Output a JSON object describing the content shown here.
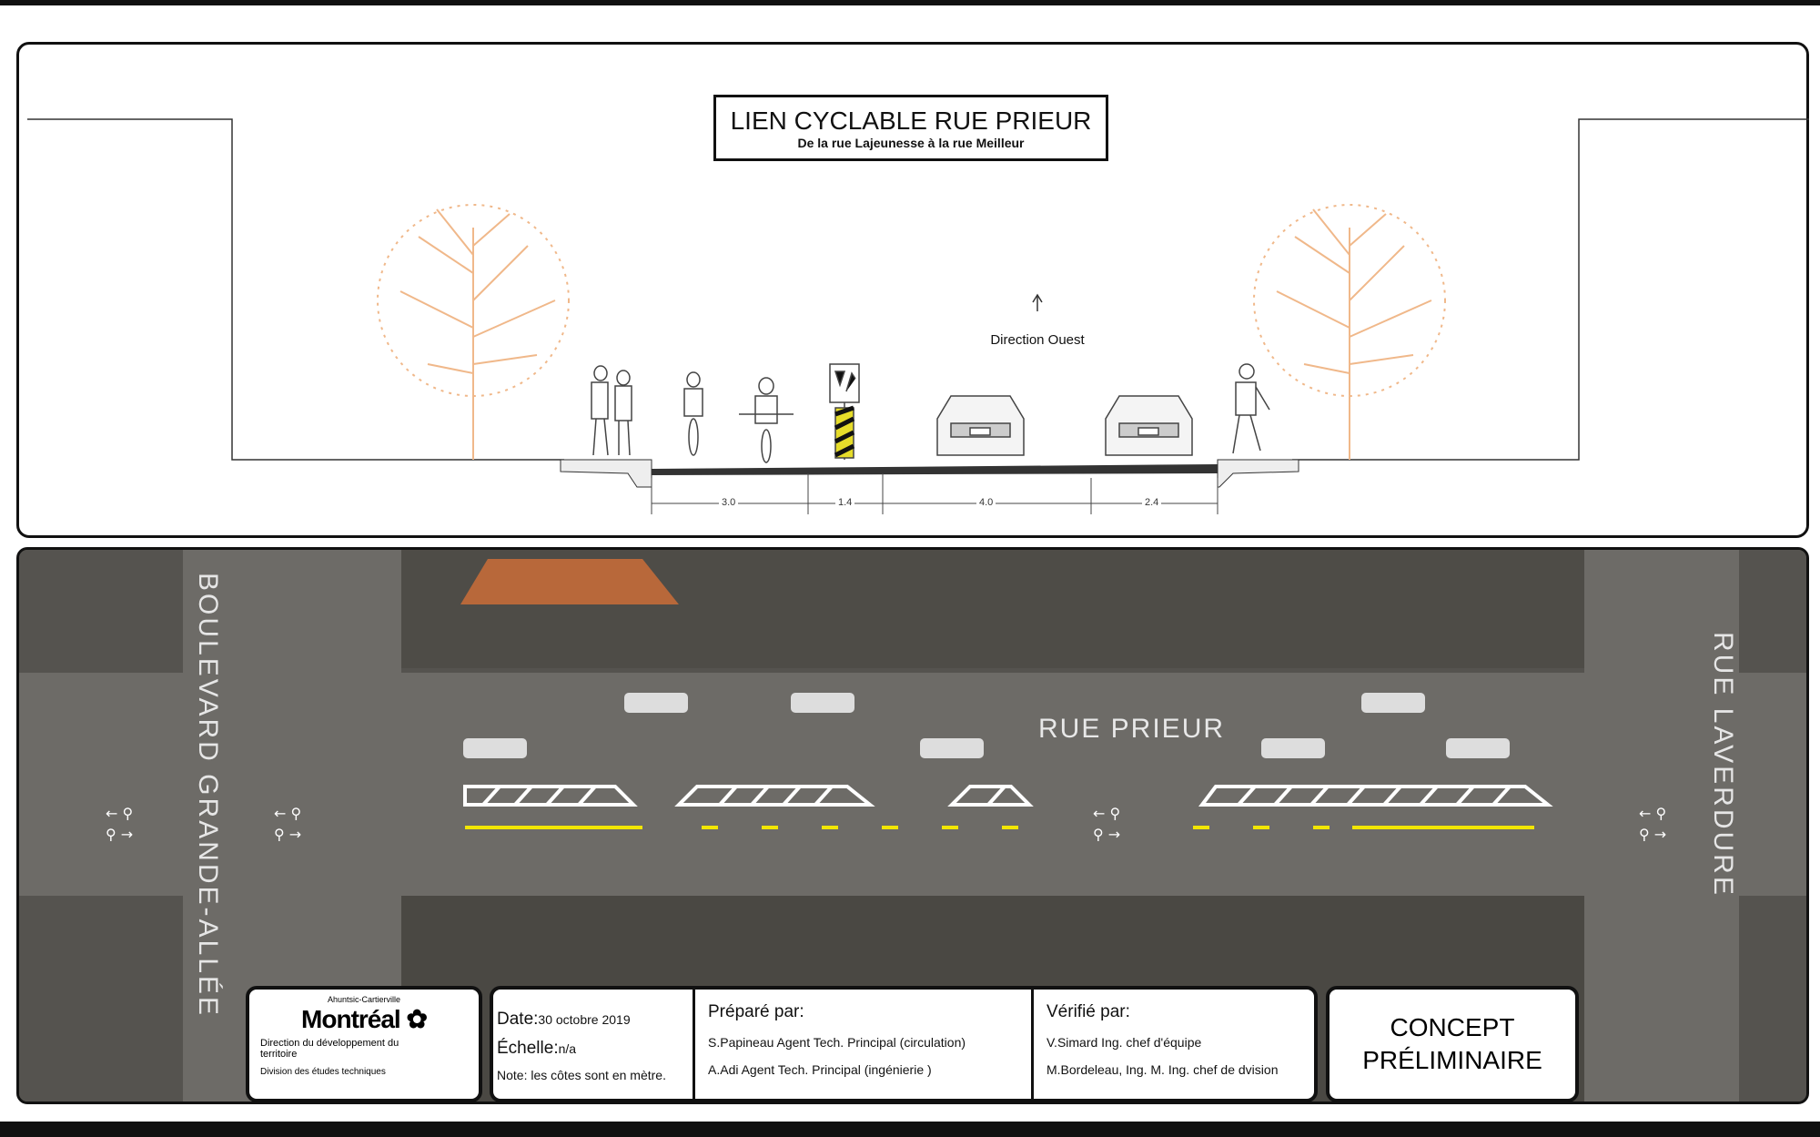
{
  "title": {
    "main": "LIEN CYCLABLE RUE PRIEUR",
    "sub": "De la rue Lajeunesse à la rue Meilleur"
  },
  "direction": {
    "label": "Direction Ouest",
    "icon": "arrow-up-icon"
  },
  "dimensions": [
    "3.0",
    "1.4",
    "4.0",
    "2.4"
  ],
  "streets": {
    "main": "RUE PRIEUR",
    "left": "BOULEVARD GRANDE-ALLÉE",
    "right": "RUE LAVERDURE"
  },
  "title_block": {
    "logo": {
      "borough": "Ahuntsic-Cartierville",
      "city": "Montréal",
      "dept1": "Direction du développement du territoire",
      "dept2": "Division des études techniques"
    },
    "date_label": "Date:",
    "date": "30 octobre 2019",
    "scale_label": "Échelle:",
    "scale": "n/a",
    "note": "Note: les côtes sont en mètre.",
    "prepared_label": "Préparé par:",
    "prepared": [
      "S.Papineau Agent Tech. Principal (circulation)",
      "A.Adi Agent Tech. Principal (ingénierie )"
    ],
    "verified_label": "Vérifié par:",
    "verified": [
      "V.Simard Ing. chef d'équipe",
      "M.Bordeleau, Ing. M. Ing. chef de dvision"
    ],
    "status": [
      "CONCEPT",
      "PRÉLIMINAIRE"
    ]
  },
  "colors": {
    "tree": "#f0b88a",
    "marking_yellow": "#f2e600",
    "aerial": "#5d5b57"
  }
}
